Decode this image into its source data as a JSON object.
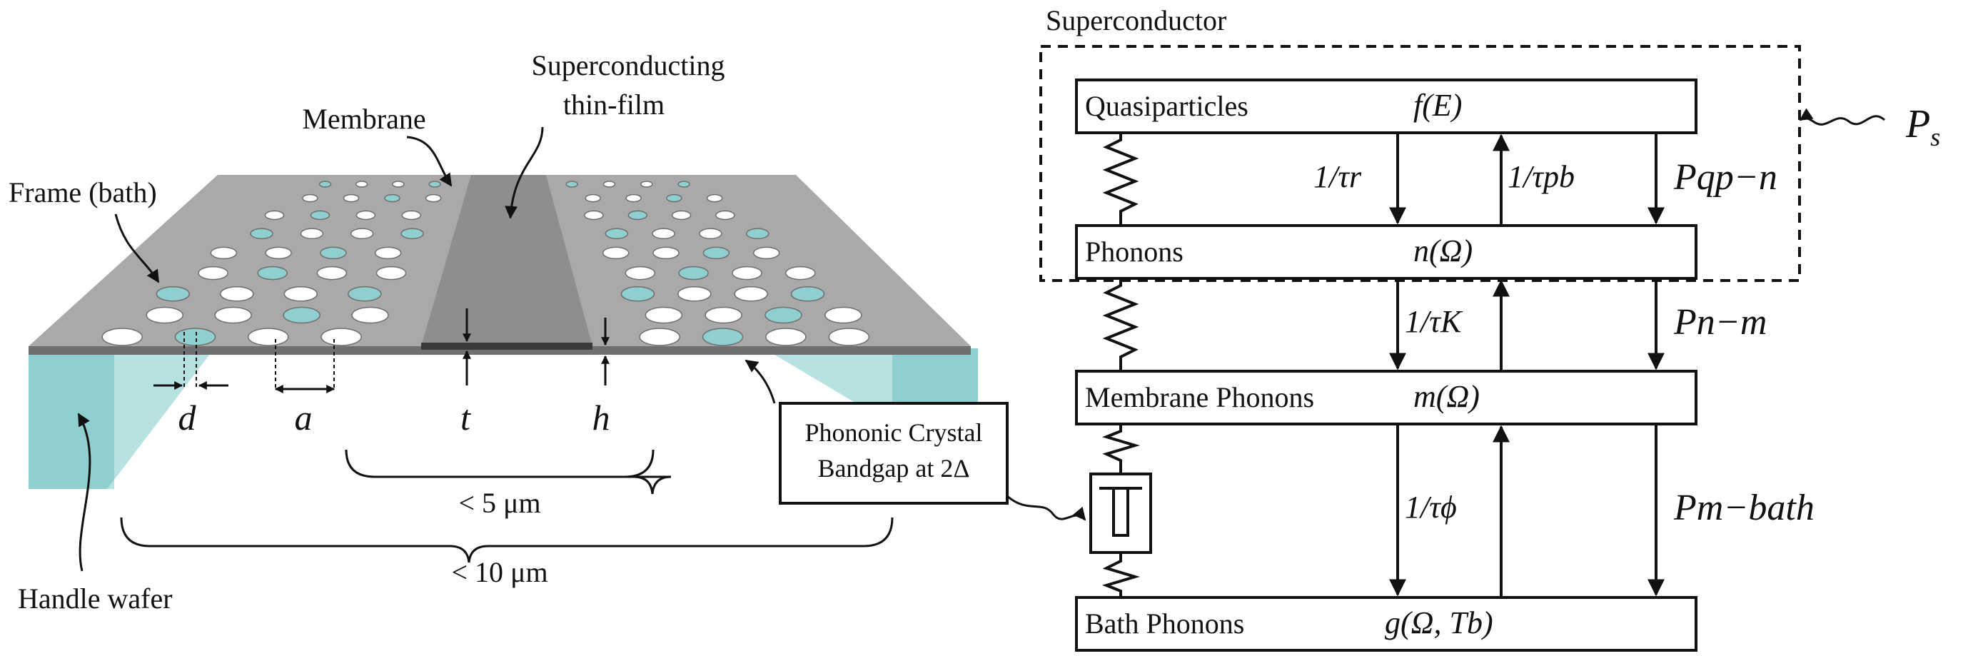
{
  "left": {
    "labels": {
      "superconducting_line1": "Superconducting",
      "superconducting_line2": "thin-film",
      "membrane": "Membrane",
      "frame": "Frame (bath)",
      "handle_wafer": "Handle wafer",
      "d": "d",
      "a": "a",
      "t": "t",
      "h": "h",
      "lt5": "< 5 μm",
      "lt10": "< 10 μm"
    },
    "callout": {
      "line1": "Phononic Crystal",
      "line2": "Bandgap at 2Δ"
    },
    "colors": {
      "membrane": "#a9a9a9",
      "film": "#8e8e8e",
      "wafer": "#8fcfcf"
    }
  },
  "right": {
    "superconductor_label": "Superconductor",
    "ps_label": "Ps",
    "levels": [
      {
        "name": "Quasiparticles",
        "func": "f(E)"
      },
      {
        "name": "Phonons",
        "func": "n(Ω)"
      },
      {
        "name": "Membrane Phonons",
        "func": "m(Ω)"
      },
      {
        "name": "Bath Phonons",
        "func": "g(Ω, Tb)"
      }
    ],
    "rates": {
      "tau_r": "1/τr",
      "tau_pb": "1/τpb",
      "tau_k": "1/τK",
      "tau_phi": "1/τϕ"
    },
    "powers": {
      "p_qpn": "Pqp−n",
      "p_nm": "Pn−m",
      "p_mbath": "Pm−bath"
    }
  }
}
